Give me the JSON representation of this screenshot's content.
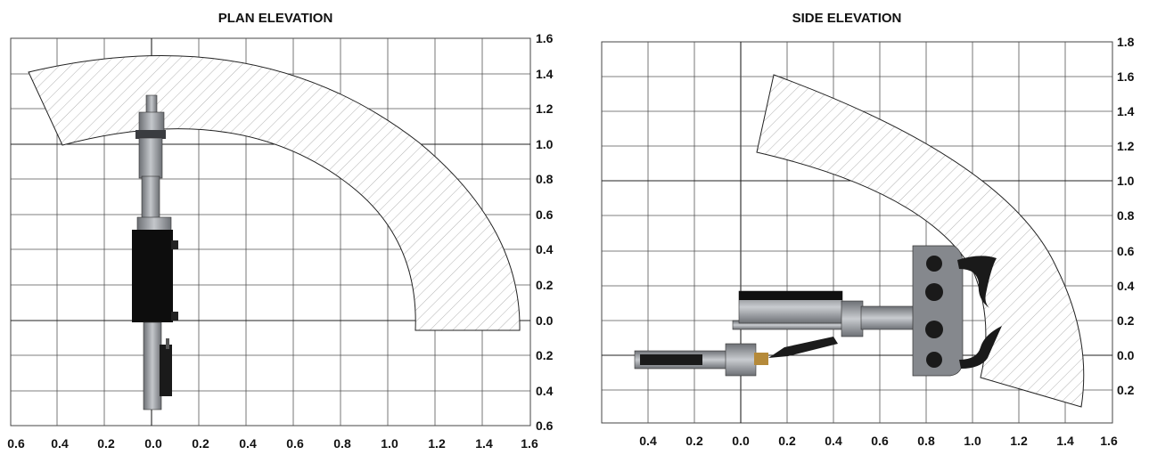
{
  "panels": {
    "plan": {
      "title": "PLAN ELEVATION",
      "x_ticks": [
        "0.6",
        "0.4",
        "0.2",
        "0.0",
        "0.2",
        "0.4",
        "0.6",
        "0.8",
        "1.0",
        "1.2",
        "1.4",
        "1.6"
      ],
      "y_ticks": [
        "1.6",
        "1.4",
        "1.2",
        "1.0",
        "0.8",
        "0.6",
        "0.4",
        "0.2",
        "0.0",
        "0.2",
        "0.4",
        "0.6"
      ]
    },
    "side": {
      "title": "SIDE ELEVATION",
      "x_ticks": [
        "0.4",
        "0.2",
        "0.0",
        "0.2",
        "0.4",
        "0.6",
        "0.8",
        "1.0",
        "1.2",
        "1.4",
        "1.6"
      ],
      "y_ticks": [
        "1.8",
        "1.6",
        "1.4",
        "1.2",
        "1.0",
        "0.8",
        "0.6",
        "0.4",
        "0.2",
        "0.0",
        "0.2"
      ]
    }
  },
  "colors": {
    "grid": "#555555",
    "hatch": "#9a9a9a",
    "manipulator_dark": "#111111",
    "manipulator_metal": "#8c8f94",
    "manipulator_light": "#c9ccd0"
  }
}
